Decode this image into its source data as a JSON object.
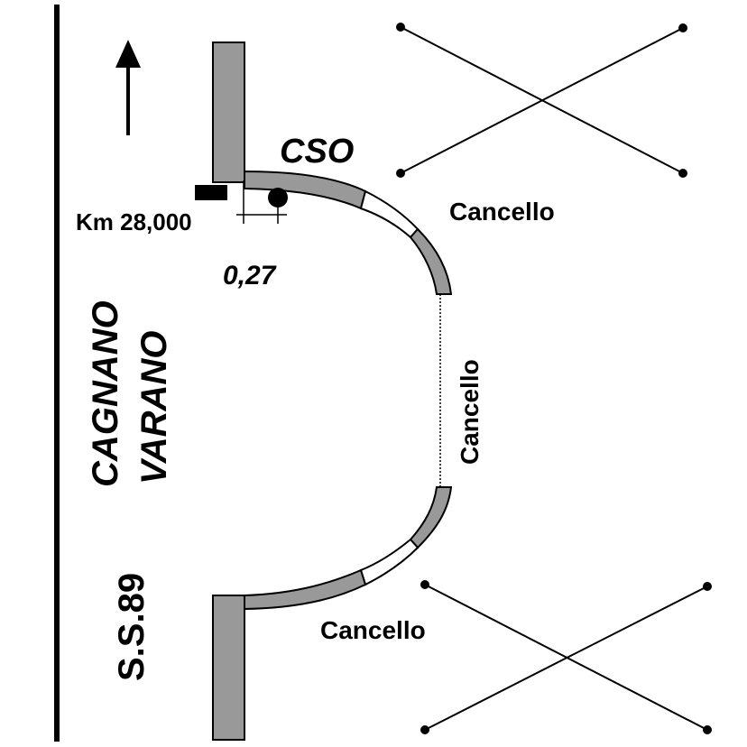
{
  "labels": {
    "cso": "CSO",
    "km": "Km 28,000",
    "offset": "0,27",
    "gate_top": "Cancello",
    "gate_side": "Cancello",
    "gate_bottom": "Cancello",
    "town_line1": "CAGNANO",
    "town_line2": "VARANO",
    "road": "S.S.89"
  },
  "colors": {
    "wall_fill": "#999999",
    "line": "#000000",
    "background": "#ffffff"
  }
}
